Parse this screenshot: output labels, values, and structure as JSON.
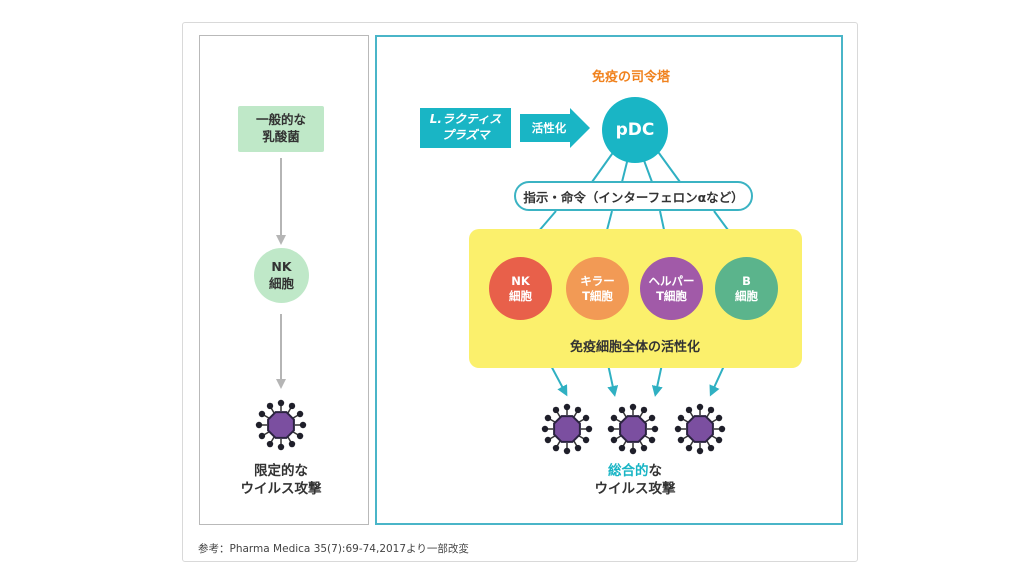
{
  "left_panel": {
    "lacto_label": "一般的な\n乳酸菌",
    "nk_label": "NK\n細胞",
    "attack_label": "限定的な\nウイルス攻撃"
  },
  "right_panel": {
    "title": "免疫の司令塔",
    "lpl_label": "L.ラクティス\nプラズマ",
    "activate_label": "活性化",
    "pdc_label": "pDC",
    "instruction_label": "指示・命令（インターフェロンαなど）",
    "cells": [
      {
        "label": "NK\n細胞",
        "color": "#e8604a"
      },
      {
        "label": "キラー\nT細胞",
        "color": "#f29a55"
      },
      {
        "label": "ヘルパー\nT細胞",
        "color": "#a15aa8"
      },
      {
        "label": "B\n細胞",
        "color": "#5bb48c"
      }
    ],
    "activation_label": "免疫細胞全体の活性化",
    "attack_highlight": "総合的",
    "attack_rest": "な\nウイルス攻撃"
  },
  "reference": "参考：Pharma Medica 35(7):69-74,2017より一部改変",
  "colors": {
    "teal": "#19b5c5",
    "arrow_teal": "#2fb0c2",
    "orange_title": "#f0821e",
    "green_box": "#bfe8c8",
    "nk_green": "#bfe8c8",
    "yellow_area": "#fbf06c",
    "virus_core": "#7b4fa0",
    "gray_arrow": "#b5b5b5"
  }
}
